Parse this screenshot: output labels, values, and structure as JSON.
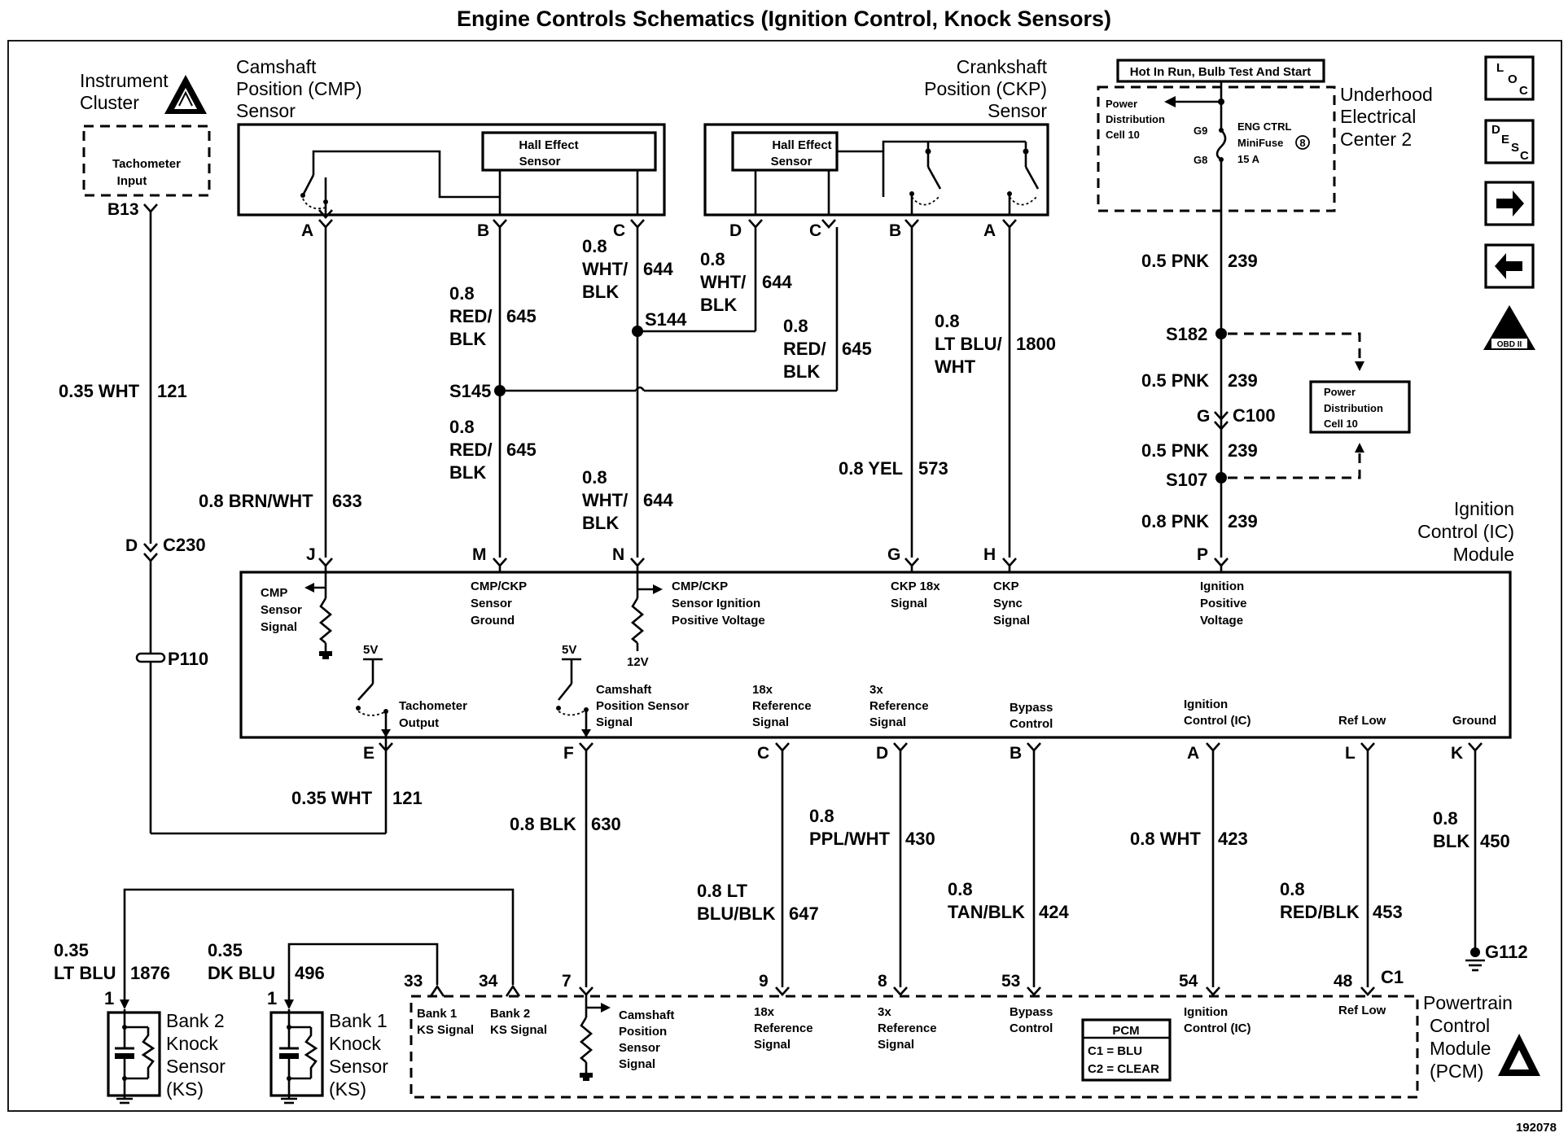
{
  "title": "Engine Controls Schematics (Ignition Control, Knock Sensors)",
  "figure_id": "192078",
  "nav_icons": {
    "loc": {
      "label": "LOC",
      "letters": [
        "L",
        "O",
        "C"
      ]
    },
    "desc": {
      "label": "DESC",
      "letters": [
        "D",
        "E",
        "S",
        "C"
      ]
    },
    "next": {
      "icon": "right-arrow-icon"
    },
    "prev": {
      "icon": "left-arrow-icon"
    },
    "esd": {
      "icon": "esd-warning-icon",
      "text": "OBD II"
    }
  },
  "components": {
    "instrument_cluster": {
      "name_line1": "Instrument",
      "name_line2": "Cluster",
      "internal": [
        "Tachometer",
        "Input"
      ],
      "pin": "B13"
    },
    "cmp_sensor": {
      "name_line1": "Camshaft",
      "name_line2": "Position (CMP)",
      "name_line3": "Sensor",
      "internal": [
        "Hall Effect",
        "Sensor"
      ],
      "pins": [
        "A",
        "B",
        "C"
      ]
    },
    "ckp_sensor": {
      "name_line1": "Crankshaft",
      "name_line2": "Position (CKP)",
      "name_line3": "Sensor",
      "internal": [
        "Hall Effect",
        "Sensor"
      ],
      "pins": [
        "D",
        "C",
        "B",
        "A"
      ]
    },
    "underhood": {
      "name_line1": "Underhood",
      "name_line2": "Electrical",
      "name_line3": "Center 2",
      "hot_label": "Hot In Run, Bulb Test And Start",
      "pd_line1": "Power",
      "pd_line2": "Distribution",
      "pd_line3": "Cell 10",
      "fuse_line1": "ENG CTRL",
      "fuse_line2": "MiniFuse",
      "fuse_line3": "15 A",
      "fuse_mark": "8",
      "g9": "G9",
      "g8": "G8"
    },
    "pd_cell_box": {
      "line1": "Power",
      "line2": "Distribution",
      "line3": "Cell 10"
    },
    "ic_module": {
      "name_line1": "Ignition",
      "name_line2": "Control (IC)",
      "name_line3": "Module",
      "top_pins": [
        "J",
        "M",
        "N",
        "G",
        "H",
        "P"
      ],
      "bottom_pins": [
        "E",
        "F",
        "C",
        "D",
        "B",
        "A",
        "L",
        "K"
      ],
      "labels": {
        "cmp_signal": [
          "CMP",
          "Sensor",
          "Signal"
        ],
        "cmp_ckp_ground": [
          "CMP/CKP",
          "Sensor",
          "Ground"
        ],
        "cmp_ckp_voltage": [
          "CMP/CKP",
          "Sensor Ignition",
          "Positive Voltage"
        ],
        "v12": "12V",
        "ckp18": [
          "CKP 18x",
          "Signal"
        ],
        "ckp_sync": [
          "CKP",
          "Sync",
          "Signal"
        ],
        "ign_pos": [
          "Ignition",
          "Positive",
          "Voltage"
        ],
        "v5a": "5V",
        "v5b": "5V",
        "tach_out": [
          "Tachometer",
          "Output"
        ],
        "cam_sig": [
          "Camshaft",
          "Position Sensor",
          "Signal"
        ],
        "ref18": [
          "18x",
          "Reference",
          "Signal"
        ],
        "ref3": [
          "3x",
          "Reference",
          "Signal"
        ],
        "bypass": [
          "Bypass",
          "Control"
        ],
        "ign_ctrl": [
          "Ignition",
          "Control (IC)"
        ],
        "ref_low": "Ref Low",
        "ground": "Ground"
      }
    },
    "pcm": {
      "name_line1": "Powertrain",
      "name_line2": "Control",
      "name_line3": "Module",
      "name_line4": "(PCM)",
      "pins": [
        "33",
        "34",
        "7",
        "9",
        "8",
        "53",
        "54",
        "48"
      ],
      "c1": "C1",
      "labels": {
        "bank1": [
          "Bank 1",
          "KS Signal"
        ],
        "bank2": [
          "Bank 2",
          "KS Signal"
        ],
        "cam": [
          "Camshaft",
          "Position",
          "Sensor",
          "Signal"
        ],
        "ref18": [
          "18x",
          "Reference",
          "Signal"
        ],
        "ref3": [
          "3x",
          "Reference",
          "Signal"
        ],
        "bypass": [
          "Bypass",
          "Control"
        ],
        "ign_ctrl": [
          "Ignition",
          "Control (IC)"
        ],
        "ref_low": "Ref Low"
      },
      "legend": {
        "header": "PCM",
        "line1": "C1 = BLU",
        "line2": "C2 = CLEAR"
      }
    },
    "bank2_ks": {
      "name_line1": "Bank 2",
      "name_line2": "Knock",
      "name_line3": "Sensor",
      "name_line4": "(KS)",
      "pin": "1"
    },
    "bank1_ks": {
      "name_line1": "Bank 1",
      "name_line2": "Knock",
      "name_line3": "Sensor",
      "name_line4": "(KS)",
      "pin": "1"
    }
  },
  "wires": {
    "w121a": {
      "size_color": "0.35 WHT",
      "circuit": "121"
    },
    "w121b": {
      "size_color": "0.35 WHT",
      "circuit": "121"
    },
    "w633": {
      "size_color": "0.8 BRN/WHT",
      "circuit": "633"
    },
    "w645a": {
      "size": "0.8",
      "color_l1": "RED/",
      "color_l2": "BLK",
      "circuit": "645"
    },
    "w645b": {
      "size": "0.8",
      "color_l1": "RED/",
      "color_l2": "BLK",
      "circuit": "645"
    },
    "w645c": {
      "size": "0.8",
      "color_l1": "RED/",
      "color_l2": "BLK",
      "circuit": "645"
    },
    "w644a": {
      "size": "0.8",
      "color_l1": "WHT/",
      "color_l2": "BLK",
      "circuit": "644"
    },
    "w644b": {
      "size": "0.8",
      "color_l1": "WHT/",
      "color_l2": "BLK",
      "circuit": "644"
    },
    "w644c": {
      "size": "0.8",
      "color_l1": "WHT/",
      "color_l2": "BLK",
      "circuit": "644"
    },
    "w1800": {
      "size": "0.8",
      "color_l1": "LT BLU/",
      "color_l2": "WHT",
      "circuit": "1800"
    },
    "w573": {
      "size_color": "0.8 YEL",
      "circuit": "573"
    },
    "w239a": {
      "size_color": "0.5 PNK",
      "circuit": "239"
    },
    "w239b": {
      "size_color": "0.5 PNK",
      "circuit": "239"
    },
    "w239c": {
      "size_color": "0.5 PNK",
      "circuit": "239"
    },
    "w239d": {
      "size_color": "0.8 PNK",
      "circuit": "239"
    },
    "w630": {
      "size_color": "0.8 BLK",
      "circuit": "630"
    },
    "w647": {
      "size_l1": "0.8 LT",
      "color_l2": "BLU/BLK",
      "circuit": "647"
    },
    "w430": {
      "size": "0.8",
      "color": "PPL/WHT",
      "circuit": "430"
    },
    "w424": {
      "size": "0.8",
      "color": "TAN/BLK",
      "circuit": "424"
    },
    "w423": {
      "size_color": "0.8 WHT",
      "circuit": "423"
    },
    "w453": {
      "size": "0.8",
      "color": "RED/BLK",
      "circuit": "453"
    },
    "w450": {
      "size": "0.8",
      "color": "BLK",
      "circuit": "450"
    },
    "w1876": {
      "size": "0.35",
      "color": "LT BLU",
      "circuit": "1876"
    },
    "w496": {
      "size": "0.35",
      "color": "DK BLU",
      "circuit": "496"
    }
  },
  "splices": {
    "s144": "S144",
    "s145": "S145",
    "s182": "S182",
    "s107": "S107"
  },
  "connectors": {
    "c230_pin": "D",
    "c230": "C230",
    "p110": "P110",
    "c100_pin": "G",
    "c100": "C100",
    "g112": "G112"
  }
}
